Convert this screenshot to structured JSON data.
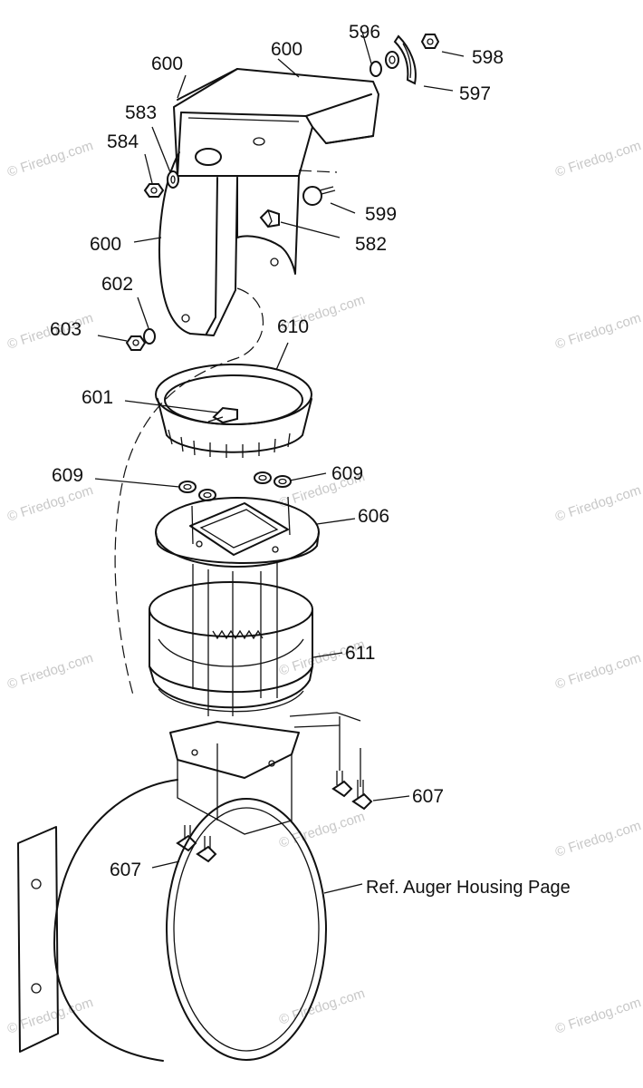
{
  "watermark": "© Firedog.com",
  "reference_note": "Ref. Auger Housing Page",
  "part_labels": {
    "p600a": "600",
    "p600b": "600",
    "p600c": "600",
    "p596": "596",
    "p598": "598",
    "p597": "597",
    "p583": "583",
    "p584": "584",
    "p599": "599",
    "p582": "582",
    "p602": "602",
    "p603": "603",
    "p610": "610",
    "p601": "601",
    "p609a": "609",
    "p609b": "609",
    "p606": "606",
    "p611": "611",
    "p607a": "607",
    "p607b": "607"
  }
}
